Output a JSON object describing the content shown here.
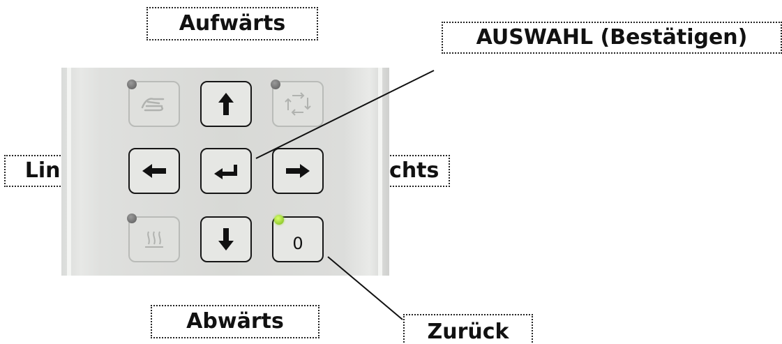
{
  "labels": {
    "up": "Aufwärts",
    "select": "AUSWAHL (Bestätigen)",
    "left": "Links",
    "right": "Rechts",
    "down": "Abwärts",
    "back": "Zurück"
  },
  "keypad": {
    "zero_key_label": "0",
    "keys": [
      {
        "name": "manual-key",
        "icon": "hand-icon",
        "enabled": false
      },
      {
        "name": "up-key",
        "icon": "arrow-up-icon",
        "enabled": true
      },
      {
        "name": "auto-key",
        "icon": "cycle-arrows-icon",
        "enabled": false
      },
      {
        "name": "left-key",
        "icon": "arrow-left-icon",
        "enabled": true
      },
      {
        "name": "enter-key",
        "icon": "enter-icon",
        "enabled": true
      },
      {
        "name": "right-key",
        "icon": "arrow-right-icon",
        "enabled": true
      },
      {
        "name": "heating-key",
        "icon": "heat-icon",
        "enabled": false
      },
      {
        "name": "down-key",
        "icon": "arrow-down-icon",
        "enabled": true
      },
      {
        "name": "back-key",
        "icon": "zero-icon",
        "enabled": true
      }
    ],
    "leds": {
      "back_key": "green",
      "manual_key": "off",
      "auto_key": "off",
      "heating_key": "off"
    }
  },
  "colors": {
    "led_on": "#8fcf2a",
    "led_off": "#6e6e6e",
    "key_border": "#161616",
    "panel": "#dcdddb"
  }
}
